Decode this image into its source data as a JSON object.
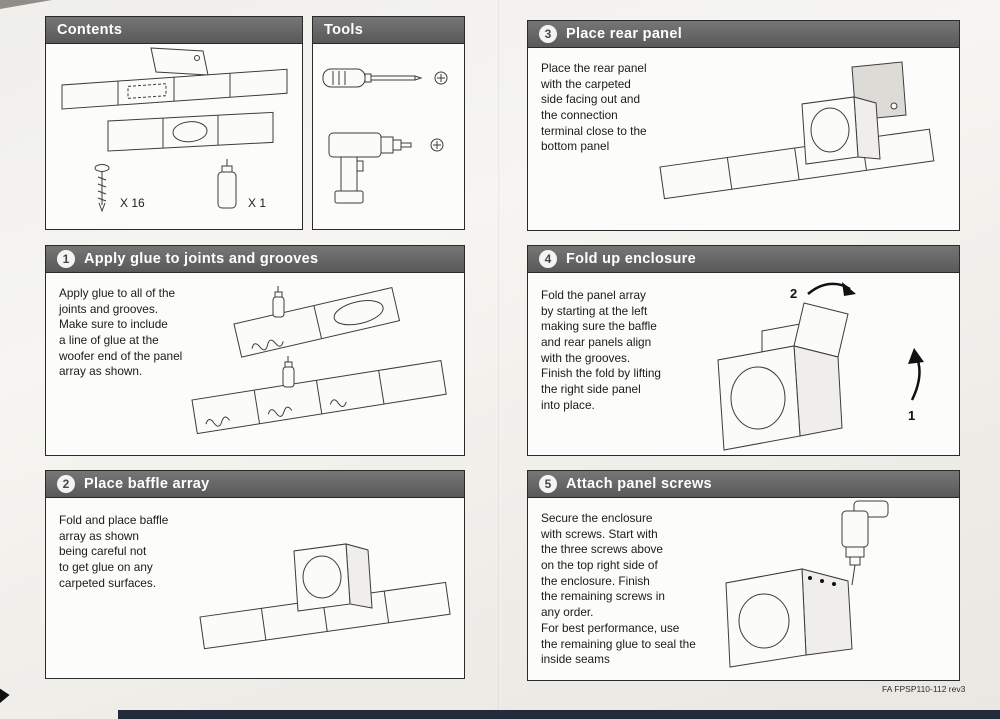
{
  "contents": {
    "title": "Contents",
    "screw_count": "X 16",
    "glue_count": "X 1"
  },
  "tools": {
    "title": "Tools"
  },
  "steps": {
    "s1": {
      "num": "1",
      "title": "Apply glue to joints and grooves",
      "body": "Apply glue to all of the\njoints and grooves.\nMake sure to include\na line of glue at the\nwoofer end of the panel\narray as shown."
    },
    "s2": {
      "num": "2",
      "title": "Place baffle array",
      "body": "Fold and place baffle\narray as shown\nbeing careful not\nto get glue on any\ncarpeted surfaces."
    },
    "s3": {
      "num": "3",
      "title": "Place rear panel",
      "body": "Place the rear panel\nwith the carpeted\nside facing out and\nthe connection\nterminal close to the\nbottom panel"
    },
    "s4": {
      "num": "4",
      "title": "Fold up enclosure",
      "body": "Fold the panel array\nby starting at the left\nmaking sure the baffle\nand rear panels align\nwith the grooves.\nFinish the fold by lifting\nthe right side panel\ninto place.",
      "arrow1": "1",
      "arrow2": "2"
    },
    "s5": {
      "num": "5",
      "title": "Attach panel screws",
      "body1": "Secure the enclosure\nwith screws. Start with\nthe three screws above\non the top right side of\nthe enclosure. Finish\nthe remaining screws in\nany order.",
      "body2": "For best performance, use\nthe remaining glue to seal the\ninside seams"
    }
  },
  "footer": {
    "code": "FA FPSP110-112  rev3"
  },
  "colors": {
    "header_bar": "#5f5f5f",
    "paper": "#f4f3ef",
    "bottom_strip": "#222a3c"
  }
}
